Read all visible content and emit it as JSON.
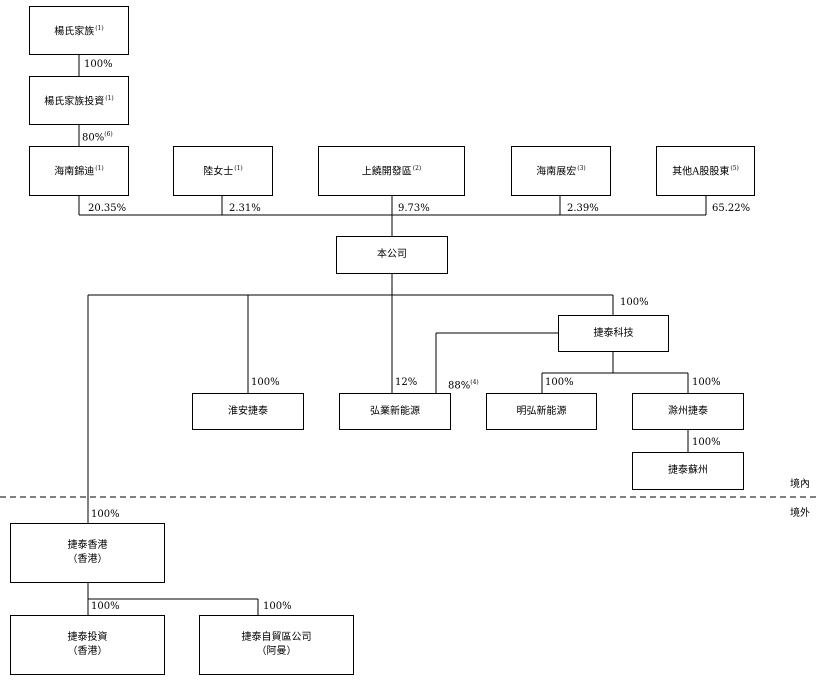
{
  "entities": {
    "yang_family": {
      "name": "楊氏家族",
      "note": "(1)"
    },
    "yang_family_invest": {
      "name": "楊氏家族投資",
      "note": "(1)"
    },
    "hainan_jindi": {
      "name": "海南錦迪",
      "note": "(1)"
    },
    "ms_lu": {
      "name": "陸女士",
      "note": "(1)"
    },
    "shanghai_dev": {
      "name": "上饒開發區",
      "note": "(2)"
    },
    "hainan_zhanhong": {
      "name": "海南展宏",
      "note": "(3)"
    },
    "other_a_share": {
      "name": "其他A股股東",
      "note": "(5)"
    },
    "company": {
      "name": "本公司"
    },
    "jietai_tech": {
      "name": "捷泰科技"
    },
    "huaian_jietai": {
      "name": "淮安捷泰"
    },
    "hongye_energy": {
      "name": "弘業新能源"
    },
    "minghong_energy": {
      "name": "明弘新能源"
    },
    "chuzhou_jietai": {
      "name": "滁州捷泰"
    },
    "jietai_suzhou": {
      "name": "捷泰蘇州"
    },
    "jietai_hk": {
      "name": "捷泰香港",
      "sub": "（香港）"
    },
    "jietai_invest": {
      "name": "捷泰投資",
      "sub": "（香港）"
    },
    "jietai_ftz": {
      "name": "捷泰自貿區公司",
      "sub": "（阿曼）"
    }
  },
  "stakes": {
    "family_to_invest": {
      "value": "100%"
    },
    "invest_to_jindi": {
      "value": "80%",
      "note": "(6)"
    },
    "jindi_to_company": {
      "value": "20.35%"
    },
    "lu_to_company": {
      "value": "2.31%"
    },
    "dev_to_company": {
      "value": "9.73%"
    },
    "zhanhong_to_company": {
      "value": "2.39%"
    },
    "other_to_company": {
      "value": "65.22%"
    },
    "company_to_tech": {
      "value": "100%"
    },
    "company_to_huaian": {
      "value": "100%"
    },
    "company_to_hongye": {
      "value": "12%"
    },
    "tech_to_hongye": {
      "value": "88%",
      "note": "(4)"
    },
    "tech_to_minghong": {
      "value": "100%"
    },
    "tech_to_chuzhou": {
      "value": "100%"
    },
    "chuzhou_to_suzhou": {
      "value": "100%"
    },
    "company_to_hk": {
      "value": "100%"
    },
    "hk_to_invest": {
      "value": "100%"
    },
    "hk_to_ftz": {
      "value": "100%"
    }
  },
  "regions": {
    "domestic": "境內",
    "overseas": "境外"
  }
}
